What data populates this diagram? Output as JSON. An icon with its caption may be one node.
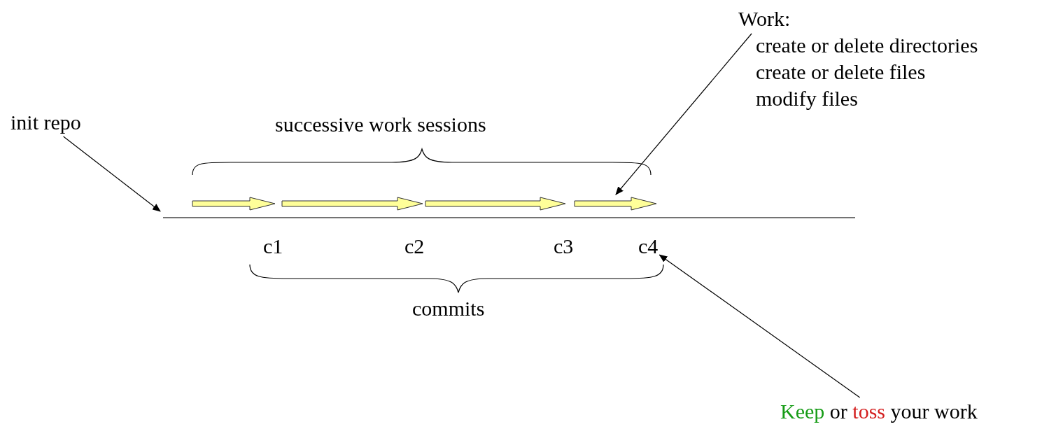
{
  "diagram": {
    "nodes": [
      {
        "text": [
          "init repo"
        ]
      },
      {
        "text": [
          "Work:",
          "create or delete directories",
          "create or delete files",
          "modify files"
        ]
      },
      {
        "text": [
          "c1"
        ]
      },
      {
        "text": [
          "c2"
        ]
      },
      {
        "text": [
          "c3"
        ]
      },
      {
        "text": [
          "c4"
        ]
      },
      {
        "text": [
          "Keep",
          "or",
          "toss",
          "your work"
        ]
      }
    ],
    "edges": [
      {
        "from": 0,
        "to": null,
        "arrow": "to"
      },
      {
        "from": 1,
        "to": null,
        "arrow": "to"
      },
      {
        "from": 6,
        "to": 5,
        "arrow": "to"
      }
    ],
    "labels": [
      "successive work sessions",
      "commits"
    ]
  }
}
